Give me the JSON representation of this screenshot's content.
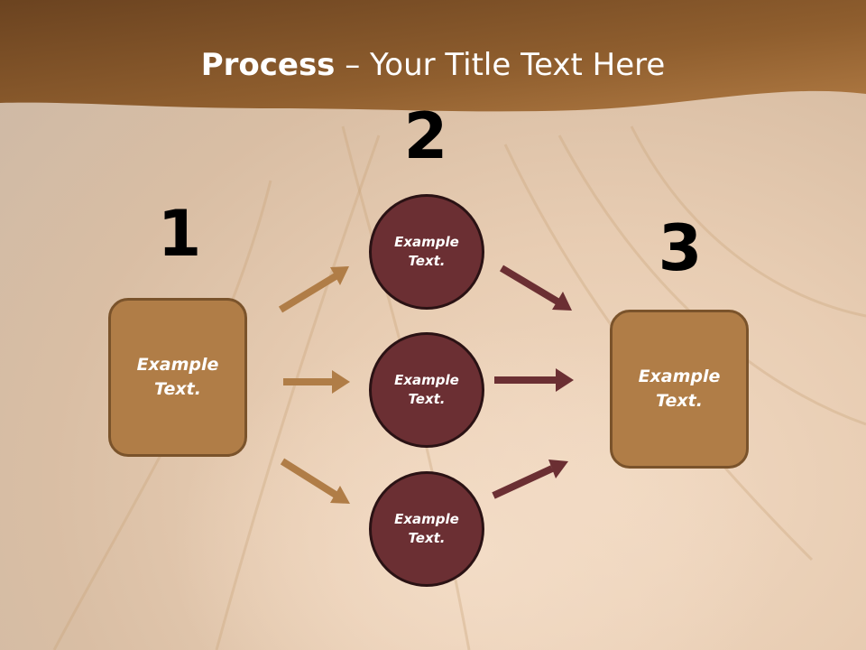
{
  "title": {
    "bold": "Process",
    "rest": " – Your Title Text Here"
  },
  "steps": [
    {
      "number": "1"
    },
    {
      "number": "2"
    },
    {
      "number": "3"
    }
  ],
  "left_box": {
    "label": "Example Text."
  },
  "right_box": {
    "label": "Example Text."
  },
  "circles": [
    {
      "label": "Example Text."
    },
    {
      "label": "Example Text."
    },
    {
      "label": "Example Text."
    }
  ],
  "colors": {
    "header": "#8a5a2b",
    "box_fill": "#b07d47",
    "circle_fill": "#6b2f33",
    "arrow_left": "#b07d47",
    "arrow_right": "#6b2f33"
  }
}
